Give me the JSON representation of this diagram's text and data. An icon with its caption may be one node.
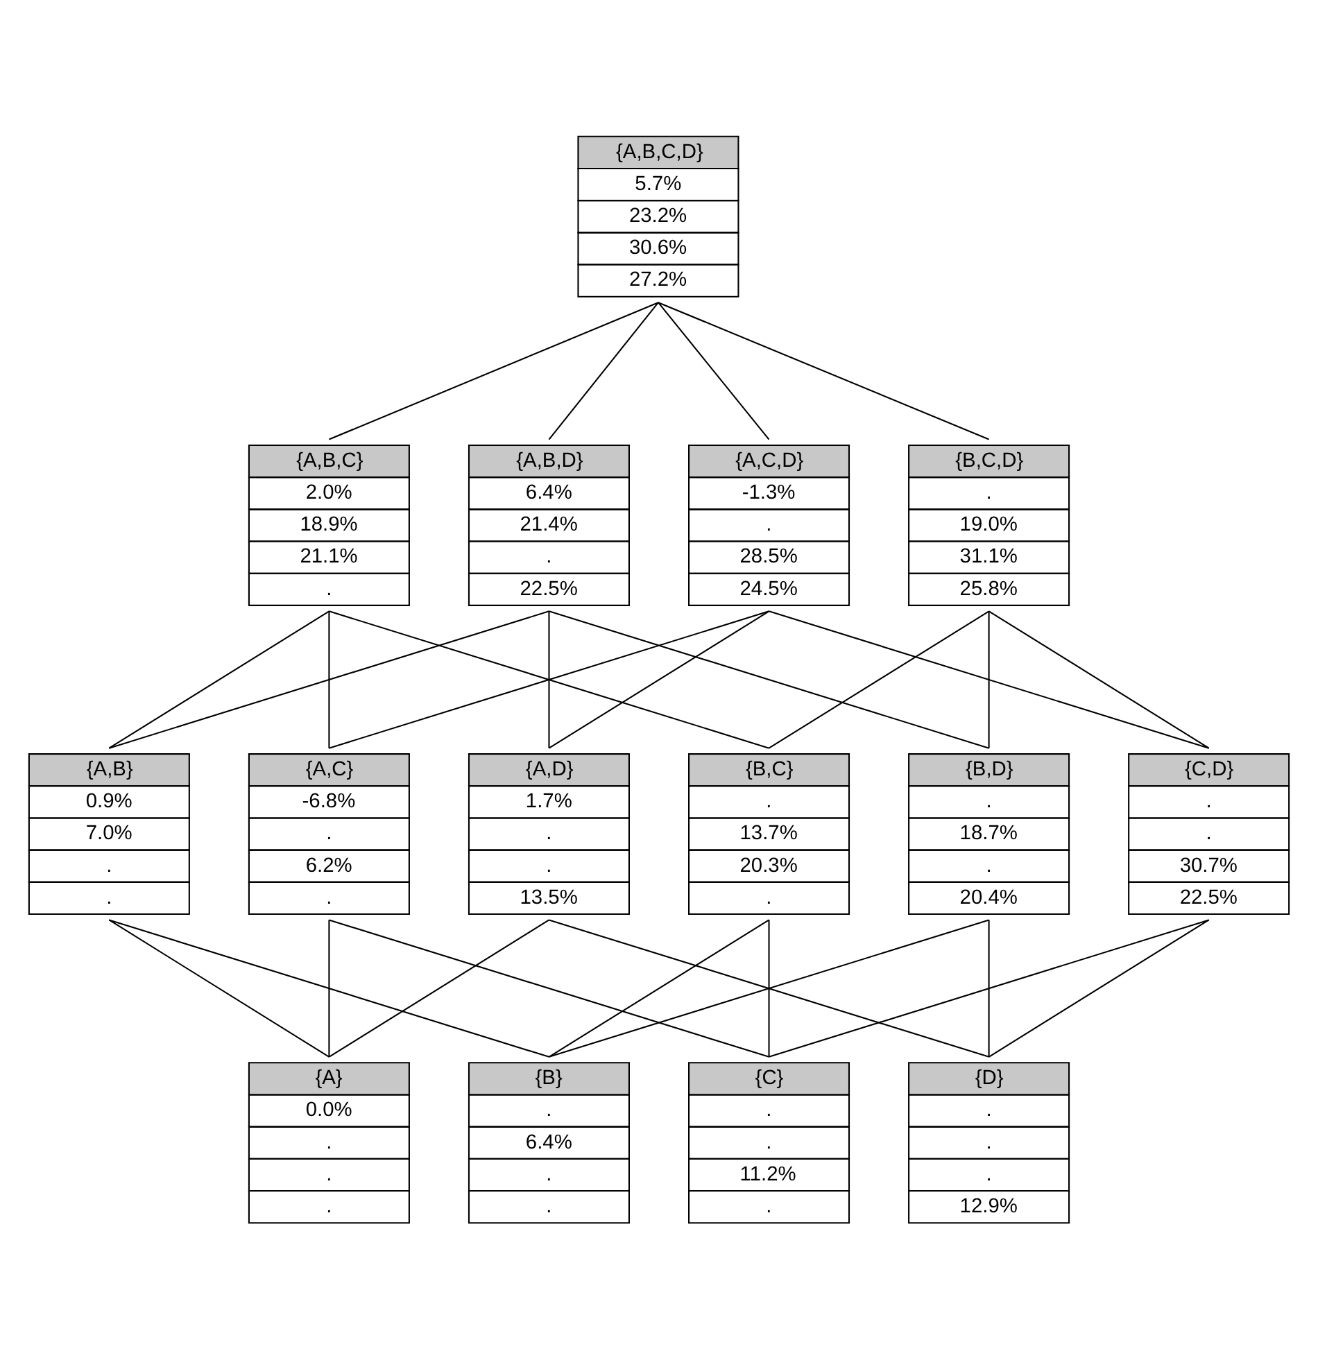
{
  "diagram": {
    "nodes": [
      {
        "text": [
          "{A,B,C,D}",
          "5.7%",
          "23.2%",
          "30.6%",
          "27.2%"
        ]
      },
      {
        "text": [
          "{A,B,C}",
          "2.0%",
          "18.9%",
          "21.1%",
          "."
        ]
      },
      {
        "text": [
          "{A,B,D}",
          "6.4%",
          "21.4%",
          ".",
          "22.5%"
        ]
      },
      {
        "text": [
          "{A,C,D}",
          "-1.3%",
          ".",
          "28.5%",
          "24.5%"
        ]
      },
      {
        "text": [
          "{B,C,D}",
          ".",
          "19.0%",
          "31.1%",
          "25.8%"
        ]
      },
      {
        "text": [
          "{A,B}",
          "0.9%",
          "7.0%",
          ".",
          "."
        ]
      },
      {
        "text": [
          "{A,C}",
          "-6.8%",
          ".",
          "6.2%",
          "."
        ]
      },
      {
        "text": [
          "{A,D}",
          "1.7%",
          ".",
          ".",
          "13.5%"
        ]
      },
      {
        "text": [
          "{B,C}",
          ".",
          "13.7%",
          "20.3%",
          "."
        ]
      },
      {
        "text": [
          "{B,D}",
          ".",
          "18.7%",
          ".",
          "20.4%"
        ]
      },
      {
        "text": [
          "{C,D}",
          ".",
          ".",
          "30.7%",
          "22.5%"
        ]
      },
      {
        "text": [
          "{A}",
          "0.0%",
          ".",
          ".",
          "."
        ]
      },
      {
        "text": [
          "{B}",
          ".",
          "6.4%",
          ".",
          "."
        ]
      },
      {
        "text": [
          "{C}",
          ".",
          ".",
          "11.2%",
          "."
        ]
      },
      {
        "text": [
          "{D}",
          ".",
          ".",
          ".",
          "12.9%"
        ]
      }
    ],
    "edges": [
      {
        "from": 0,
        "to": 1,
        "arrow": "none"
      },
      {
        "from": 0,
        "to": 2,
        "arrow": "none"
      },
      {
        "from": 0,
        "to": 3,
        "arrow": "none"
      },
      {
        "from": 0,
        "to": 4,
        "arrow": "none"
      },
      {
        "from": 1,
        "to": 5,
        "arrow": "none"
      },
      {
        "from": 1,
        "to": 6,
        "arrow": "none"
      },
      {
        "from": 1,
        "to": 8,
        "arrow": "none"
      },
      {
        "from": 2,
        "to": 5,
        "arrow": "none"
      },
      {
        "from": 2,
        "to": 7,
        "arrow": "none"
      },
      {
        "from": 2,
        "to": 9,
        "arrow": "none"
      },
      {
        "from": 3,
        "to": 6,
        "arrow": "none"
      },
      {
        "from": 3,
        "to": 7,
        "arrow": "none"
      },
      {
        "from": 3,
        "to": 10,
        "arrow": "none"
      },
      {
        "from": 4,
        "to": 8,
        "arrow": "none"
      },
      {
        "from": 4,
        "to": 9,
        "arrow": "none"
      },
      {
        "from": 4,
        "to": 10,
        "arrow": "none"
      },
      {
        "from": 5,
        "to": 11,
        "arrow": "none"
      },
      {
        "from": 5,
        "to": 12,
        "arrow": "none"
      },
      {
        "from": 6,
        "to": 11,
        "arrow": "none"
      },
      {
        "from": 6,
        "to": 13,
        "arrow": "none"
      },
      {
        "from": 7,
        "to": 11,
        "arrow": "none"
      },
      {
        "from": 7,
        "to": 14,
        "arrow": "none"
      },
      {
        "from": 8,
        "to": 12,
        "arrow": "none"
      },
      {
        "from": 8,
        "to": 13,
        "arrow": "none"
      },
      {
        "from": 9,
        "to": 12,
        "arrow": "none"
      },
      {
        "from": 9,
        "to": 14,
        "arrow": "none"
      },
      {
        "from": 10,
        "to": 13,
        "arrow": "none"
      },
      {
        "from": 10,
        "to": 14,
        "arrow": "none"
      }
    ]
  }
}
